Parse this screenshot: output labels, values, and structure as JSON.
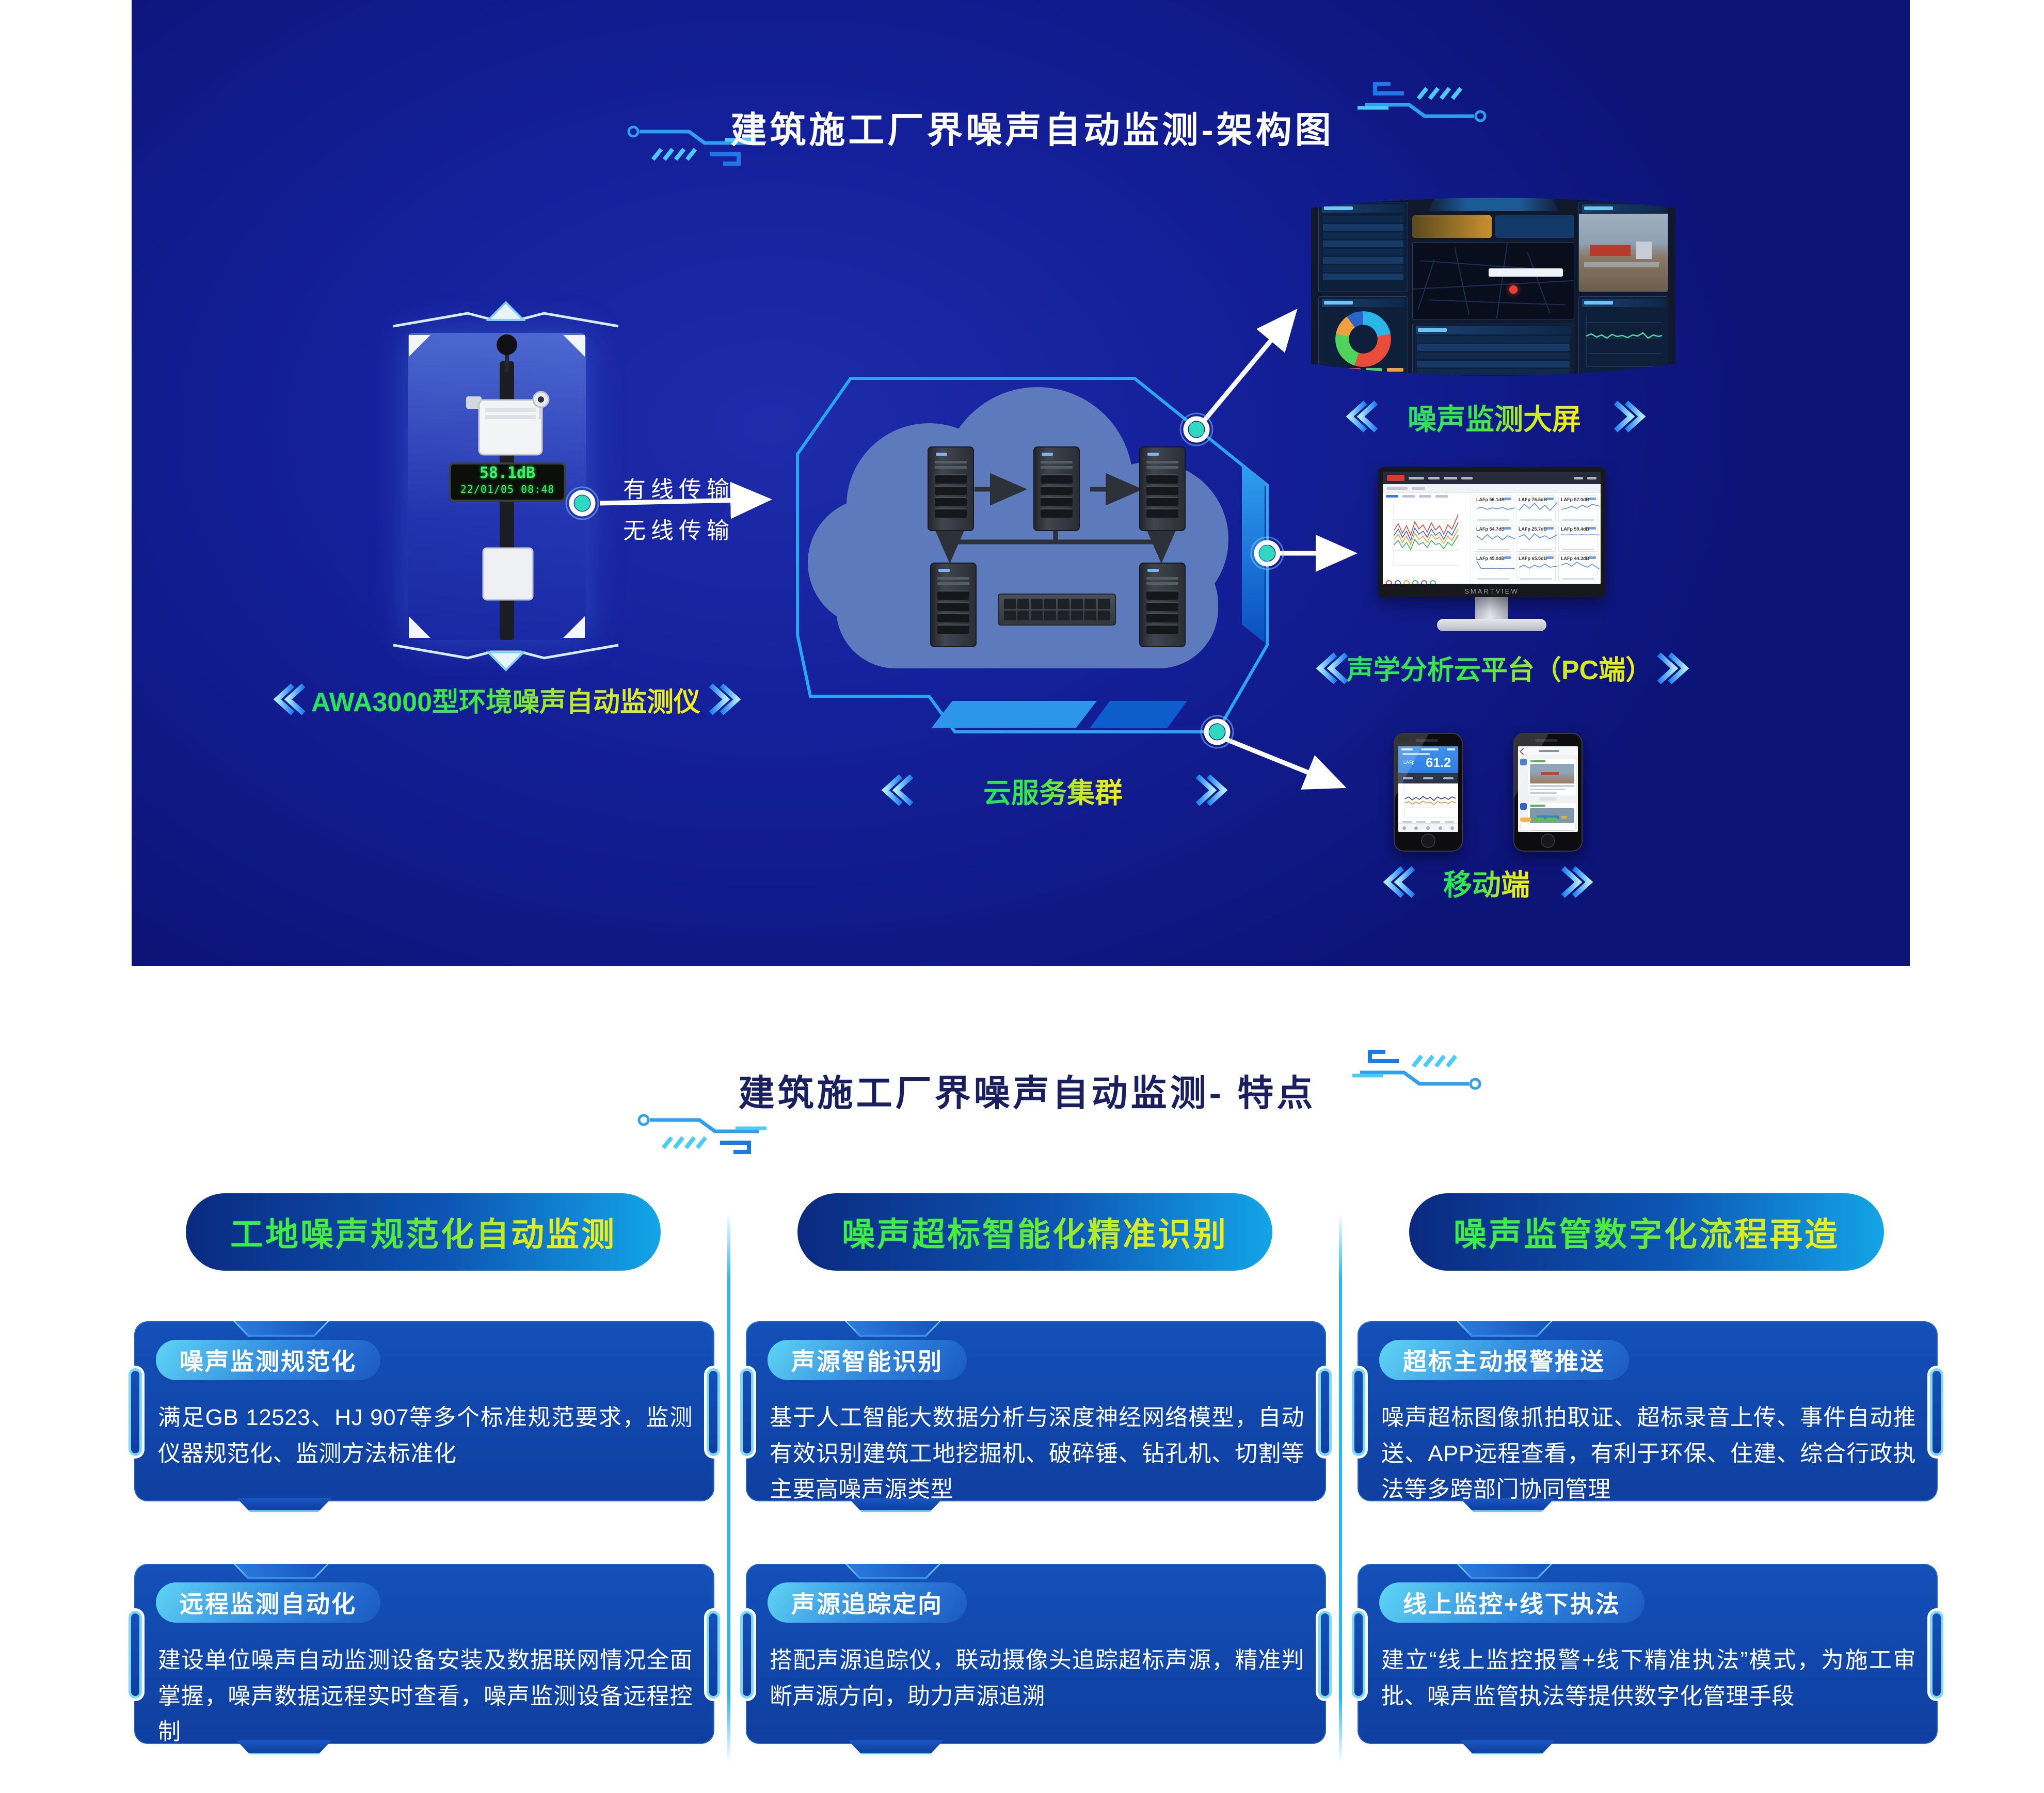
{
  "banner": {
    "title": "建筑施工厂界噪声自动监测-架构图",
    "device": {
      "display_value": "58.1dB",
      "display_datetime": "22/01/05  08:48",
      "wired": "有线传输",
      "wireless": "无线传输",
      "label": "AWA3000型环境噪声自动监测仪"
    },
    "cloud": {
      "label": "云服务集群"
    },
    "outputs": {
      "bigscreen_label": "噪声监测大屏",
      "pc_label": "声学分析云平台（PC端）",
      "mobile_label": "移动端"
    },
    "monitor": {
      "brand": "SMARTVIEW",
      "cards": [
        "LAFp 56.1dB",
        "LAFp 76.5dB",
        "LAFp 57.0dB",
        "LAFp 54.7dB",
        "LAFp 25.7dB",
        "LAFp 59.4dB",
        "LAFp 45.0dB",
        "LAFp 65.5dB",
        "LAFp 44.3dB"
      ]
    },
    "phone": {
      "metric": "LAFp",
      "reading": "61.2"
    }
  },
  "features": {
    "title": "建筑施工厂界噪声自动监测- 特点",
    "columns": [
      {
        "header": "工地噪声规范化自动监测",
        "cards": [
          {
            "tag": "噪声监测规范化",
            "body": "满足GB 12523、HJ 907等多个标准规范要求，监测仪器规范化、监测方法标准化"
          },
          {
            "tag": "远程监测自动化",
            "body": "建设单位噪声自动监测设备安装及数据联网情况全面掌握，噪声数据远程实时查看，噪声监测设备远程控制"
          }
        ]
      },
      {
        "header": "噪声超标智能化精准识别",
        "cards": [
          {
            "tag": "声源智能识别",
            "body": "基于人工智能大数据分析与深度神经网络模型，自动有效识别建筑工地挖掘机、破碎锤、钻孔机、切割等主要高噪声源类型"
          },
          {
            "tag": "声源追踪定向",
            "body": "搭配声源追踪仪，联动摄像头追踪超标声源，精准判断声源方向，助力声源追溯"
          }
        ]
      },
      {
        "header": "噪声监管数字化流程再造",
        "cards": [
          {
            "tag": "超标主动报警推送",
            "body": "噪声超标图像抓拍取证、超标录音上传、事件自动推送、APP远程查看，有利于环保、住建、综合行政执法等多跨部门协同管理"
          },
          {
            "tag": "线上监控+线下执法",
            "body": "建立“线上监控报警+线下精准执法”模式，为施工审批、噪声监管执法等提供数字化管理手段"
          }
        ]
      }
    ]
  }
}
